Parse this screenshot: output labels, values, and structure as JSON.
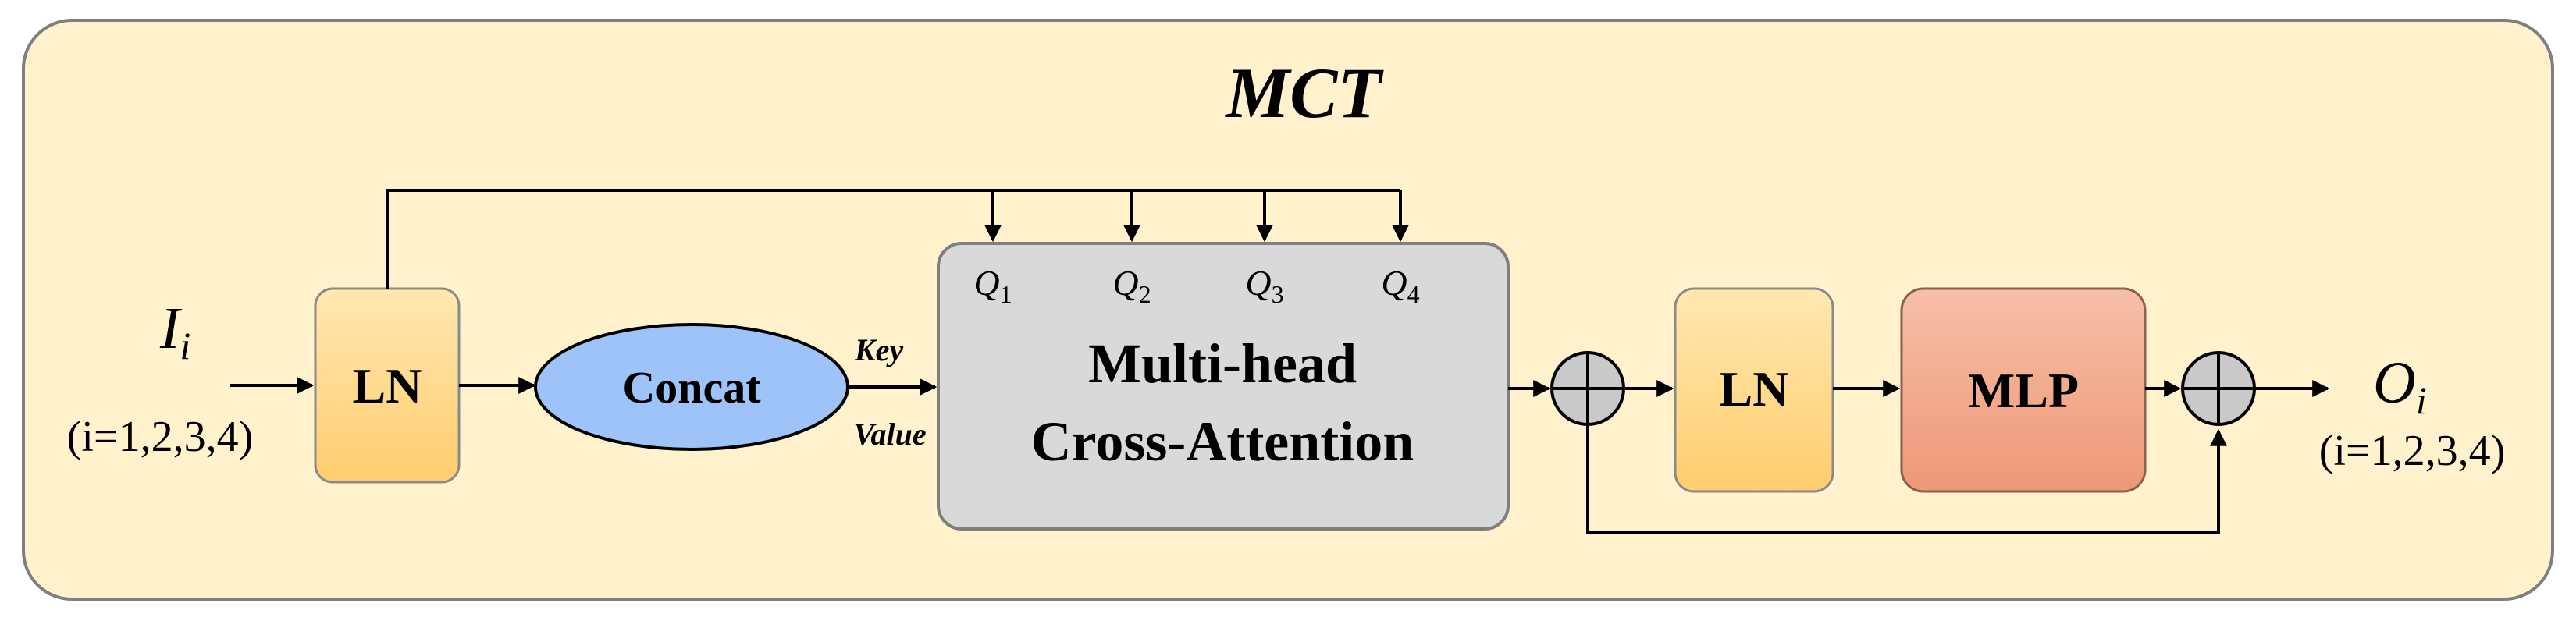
{
  "title": "MCT",
  "input": {
    "symbol": "I",
    "subscript": "i",
    "range": "(i=1,2,3,4)"
  },
  "output": {
    "symbol": "O",
    "subscript": "i",
    "range": "(i=1,2,3,4)"
  },
  "blocks": {
    "ln1": "LN",
    "concat": "Concat",
    "mha_line1": "Multi-head",
    "mha_line2": "Cross-Attention",
    "ln2": "LN",
    "mlp": "MLP"
  },
  "edge_labels": {
    "key": "Key",
    "value": "Value"
  },
  "queries": [
    {
      "symbol": "Q",
      "subscript": "1"
    },
    {
      "symbol": "Q",
      "subscript": "2"
    },
    {
      "symbol": "Q",
      "subscript": "3"
    },
    {
      "symbol": "Q",
      "subscript": "4"
    }
  ],
  "colors": {
    "background_panel": "#FFF2CC",
    "ln_fill_top": "#FFE3A3",
    "ln_fill_bottom": "#FFD27A",
    "concat_fill": "#9DC3F8",
    "mha_fill": "#D9D9D9",
    "mlp_fill_top": "#F5B8A0",
    "mlp_fill_bottom": "#EE9C80",
    "adder_fill": "#C9C9C9"
  }
}
